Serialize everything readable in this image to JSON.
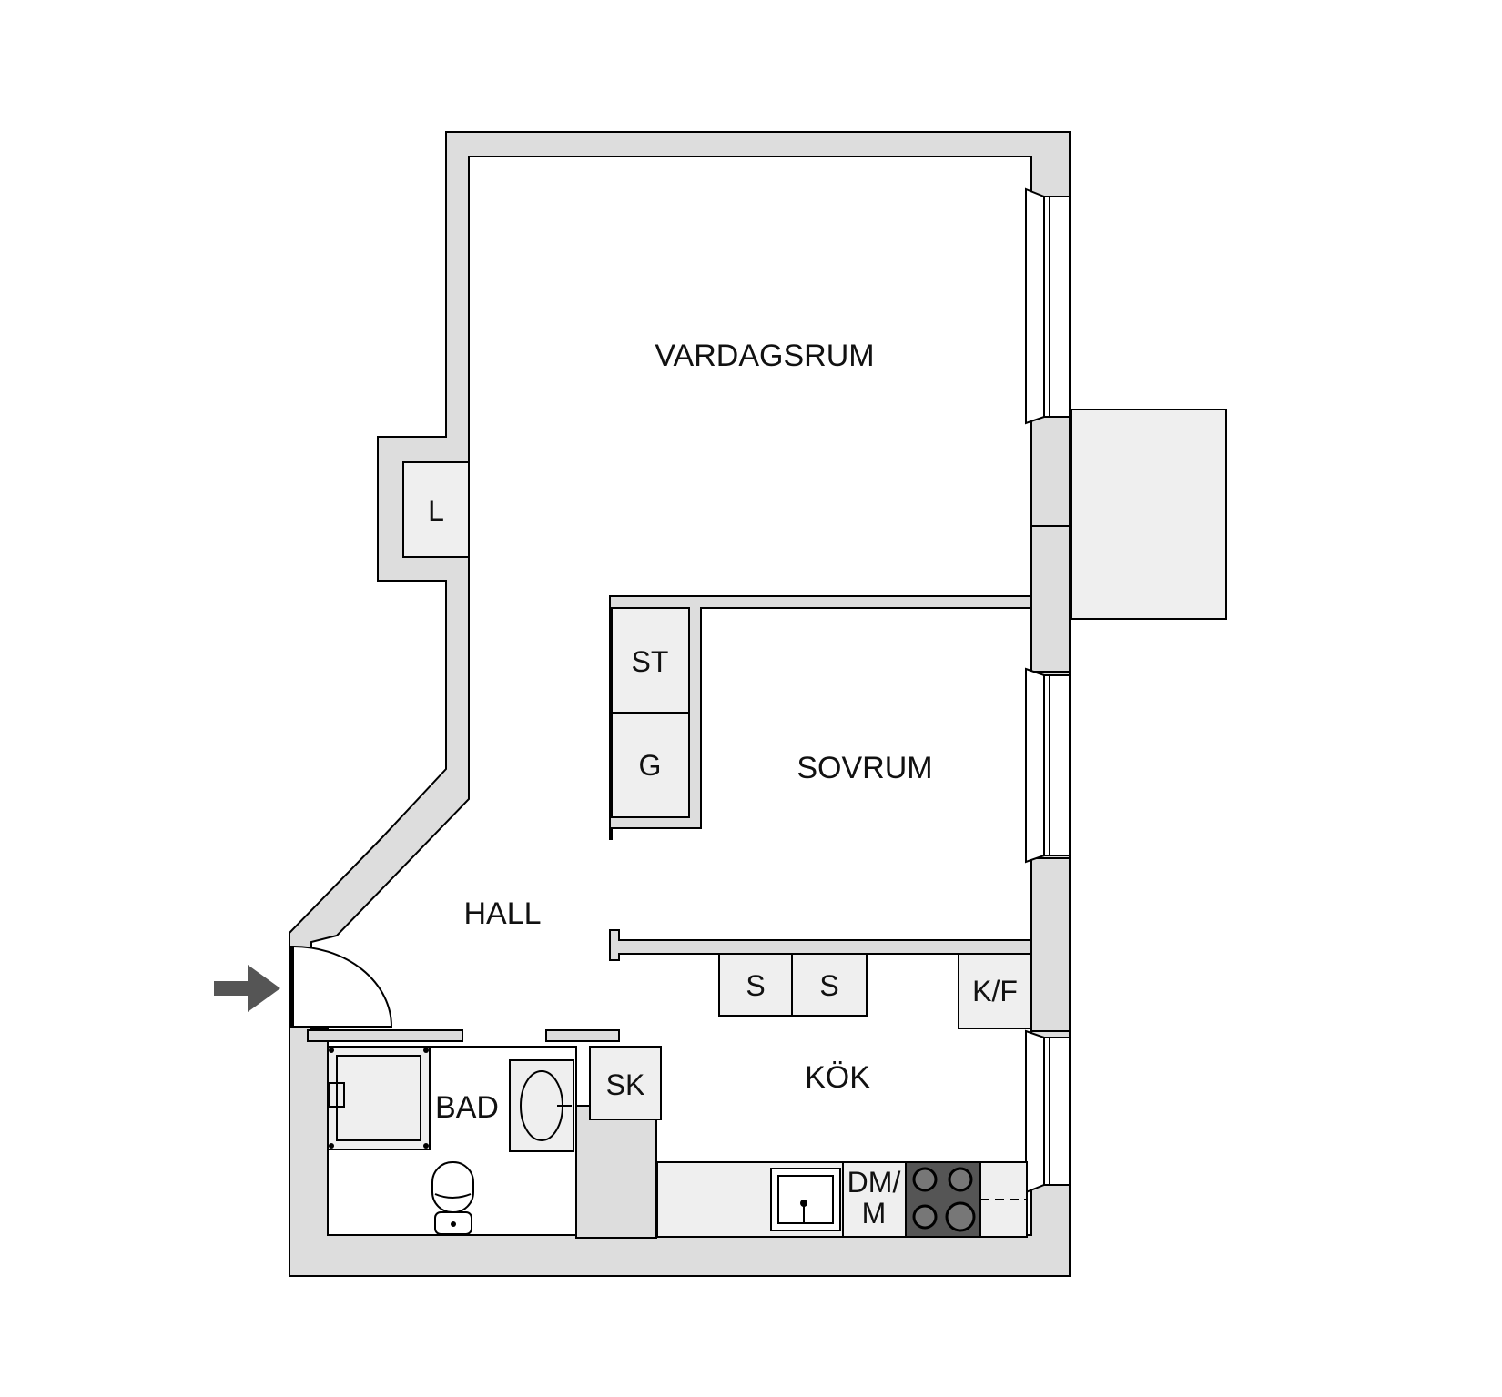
{
  "rooms": {
    "vardagsrum": "VARDAGSRUM",
    "sovrum": "SOVRUM",
    "hall": "HALL",
    "kok": "KÖK",
    "bad": "BAD"
  },
  "fixtures": {
    "linen": "L",
    "wardrobe_st": "ST",
    "wardrobe_g": "G",
    "cabinet_s1": "S",
    "cabinet_s2": "S",
    "fridge_freezer": "K/F",
    "cleaning_cabinet": "SK",
    "dishwasher_line1": "DM/",
    "dishwasher_line2": "M"
  },
  "colors": {
    "wall": "#dddddd",
    "floor": "#ffffff",
    "cabinet": "#efefef",
    "stove": "#555555",
    "arrow": "#555555"
  }
}
